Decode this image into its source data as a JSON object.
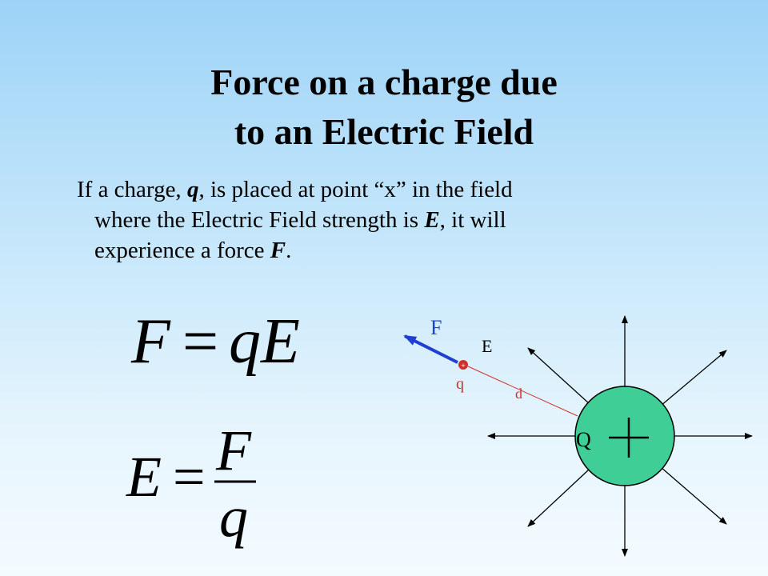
{
  "title": {
    "line1": "Force on a charge due",
    "line2": "to an Electric Field"
  },
  "body": {
    "l1_a": "If a charge, ",
    "l1_q": "q",
    "l1_b": ", is placed at point “x” in the field",
    "l2_a": "where the Electric Field strength is ",
    "l2_e": "E",
    "l2_b": ", it will",
    "l3_a": "experience a force ",
    "l3_f": "F",
    "l3_b": "."
  },
  "equations": {
    "eq1": {
      "lhs": "F",
      "op": "=",
      "rhs": "qE"
    },
    "eq2": {
      "lhs": "E",
      "op": "=",
      "num": "F",
      "den": "q"
    }
  },
  "diagram": {
    "force_label": "F",
    "field_label": "E",
    "test_charge_label": "q",
    "test_charge_sign": "+",
    "distance_label": "d",
    "source_charge_label": "Q",
    "colors": {
      "sphere_fill": "#3fcf96",
      "force_arrow": "#1f3fd1",
      "test_charge": "#d0302b",
      "label_red": "#d0302b"
    }
  }
}
